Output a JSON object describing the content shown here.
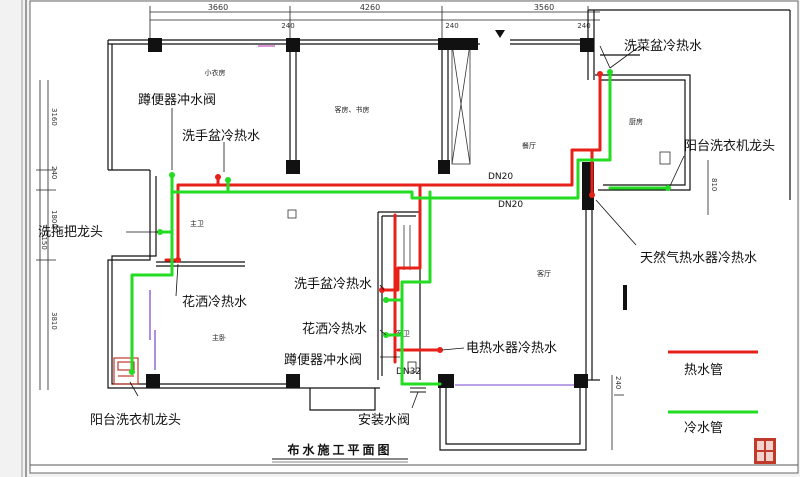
{
  "title": "布水施工平面图",
  "dimensions": {
    "top": [
      "3660",
      "4260",
      "3560"
    ],
    "wall_top": [
      "240",
      "240",
      "240"
    ],
    "left": [
      "3160",
      "240",
      "1800",
      "3150",
      "3810"
    ],
    "right": [
      "810",
      "240"
    ]
  },
  "rooms": {
    "small_bedroom": "小衣房",
    "living_study": "客房、书房",
    "dining": "餐厅",
    "kitchen": "厨房",
    "main_bath": "主卫",
    "living": "客厅",
    "master_bed": "主卧",
    "guest_bath": "客卫"
  },
  "pipe_sizes": [
    "DN20",
    "DN20",
    "DN32"
  ],
  "labels": {
    "sink_kitchen": "洗菜盆冷热水",
    "squat_flush_top": "蹲便器冲水阀",
    "basin_top": "洗手盆冷热水",
    "mop": "洗拖把龙头",
    "shower_left": "花洒冷热水",
    "balcony_washer_bottom": "阳台洗衣机龙头",
    "balcony_washer_right": "阳台洗衣机龙头",
    "gas_heater": "天然气热水器冷热水",
    "basin_mid": "洗手盆冷热水",
    "shower_mid": "花洒冷热水",
    "squat_flush_mid": "蹲便器冲水阀",
    "electric_heater": "电热水器冷热水",
    "valve": "安装水阀"
  },
  "legend": [
    {
      "label": "热水管",
      "color": "#e8201a"
    },
    {
      "label": "冷水管",
      "color": "#22dd22"
    }
  ],
  "colors": {
    "hot": "#e8201a",
    "cold": "#22dd22",
    "wall": "#111111",
    "stamp": "#c0392b"
  }
}
